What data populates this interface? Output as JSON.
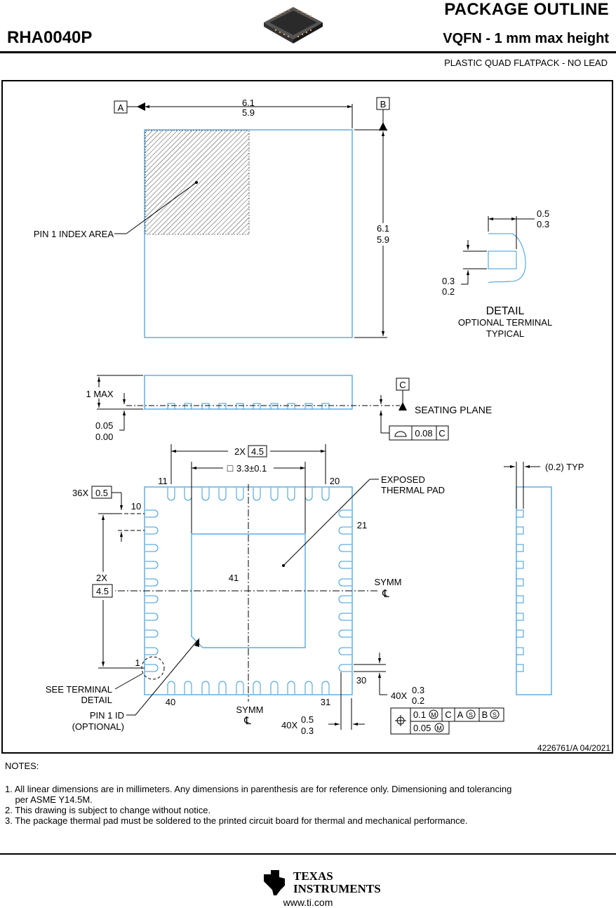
{
  "header": {
    "title": "PACKAGE OUTLINE",
    "part_number": "RHA0040P",
    "subtitle": "VQFN - 1 mm max height",
    "description": "PLASTIC QUAD FLATPACK - NO LEAD"
  },
  "drawing": {
    "datum_a": "A",
    "datum_b": "B",
    "datum_c": "C",
    "top_width_max": "6.1",
    "top_width_min": "5.9",
    "side_height_max": "6.1",
    "side_height_min": "5.9",
    "pin1_index_label": "PIN 1 INDEX AREA",
    "detail_dim1_max": "0.5",
    "detail_dim1_min": "0.3",
    "detail_dim2_max": "0.3",
    "detail_dim2_min": "0.2",
    "detail_title": "DETAIL",
    "detail_sub1": "OPTIONAL TERMINAL",
    "detail_sub2": "TYPICAL",
    "max_height": "1 MAX",
    "standoff_max": "0.05",
    "standoff_min": "0.00",
    "seating_plane": "SEATING PLANE",
    "coplanarity_value": "0.08",
    "coplanarity_datum": "C",
    "pitch_count_top": "2X",
    "pitch_value_top": "4.5",
    "pad_size_symbol": "□",
    "pad_size_value": "3.3±0.1",
    "pin_count_label": "36X",
    "pin_pitch": "0.5",
    "pitch_count_left": "2X",
    "pitch_value_left": "4.5",
    "pin_11": "11",
    "pin_20": "20",
    "pin_10": "10",
    "pin_21": "21",
    "pin_41": "41",
    "pin_1": "1",
    "pin_30": "30",
    "pin_40": "40",
    "pin_31": "31",
    "exposed_pad_line1": "EXPOSED",
    "exposed_pad_line2": "THERMAL PAD",
    "symm": "SYMM",
    "centerline": "℄",
    "see_terminal_line1": "SEE TERMINAL",
    "see_terminal_line2": "DETAIL",
    "pin1_id_line1": "PIN 1 ID",
    "pin1_id_line2": "(OPTIONAL)",
    "lead_width_count": "40X",
    "lead_width_max": "0.5",
    "lead_width_min": "0.3",
    "lead_len_count": "40X",
    "lead_len_max": "0.3",
    "lead_len_min": "0.2",
    "ref_typ": "(0.2) TYP",
    "fcf_tol1": "0.1",
    "fcf_tol2": "0.05",
    "fcf_datum_c": "C",
    "fcf_datum_a": "A",
    "fcf_datum_b": "B",
    "drawing_number": "4226761/A   04/2021"
  },
  "notes": {
    "heading": "NOTES:",
    "items": [
      "1. All linear dimensions are in millimeters. Any dimensions in parenthesis are for reference only. Dimensioning and tolerancing",
      "    per ASME Y14.5M.",
      "2. This drawing is subject to change without notice.",
      "3. The package thermal pad must be soldered to the printed circuit board for thermal and mechanical performance."
    ]
  },
  "footer": {
    "logo_line1": "TEXAS",
    "logo_line2": "INSTRUMENTS",
    "url": "www.ti.com"
  },
  "colors": {
    "outline": "#3a9ad9",
    "ink": "#000000"
  }
}
